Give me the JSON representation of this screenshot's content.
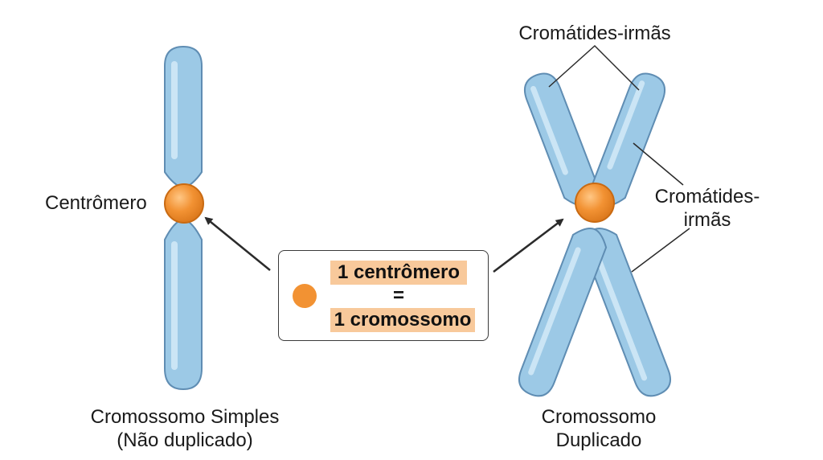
{
  "labels": {
    "centromere": "Centrômero",
    "sister_chromatids_top": "Cromátides-irmãs",
    "sister_chromatids_right": [
      "Cromátides-",
      "irmãs"
    ],
    "simple_chromosome": [
      "Cromossomo Simples",
      "(Não duplicado)"
    ],
    "duplicated_chromosome": [
      "Cromossomo",
      "Duplicado"
    ]
  },
  "legend": {
    "line1": "1 centrômero",
    "equals": "=",
    "line2": "1 cromossomo"
  },
  "colors": {
    "chromosome_fill": "#9cc9e6",
    "chromosome_stroke": "#5f8db3",
    "chromosome_highlight": "#d4eaf7",
    "centromere_fill": "#f29233",
    "centromere_stroke": "#c96a12",
    "legend_highlight": "#f8c99b",
    "line": "#2b2b2b"
  }
}
